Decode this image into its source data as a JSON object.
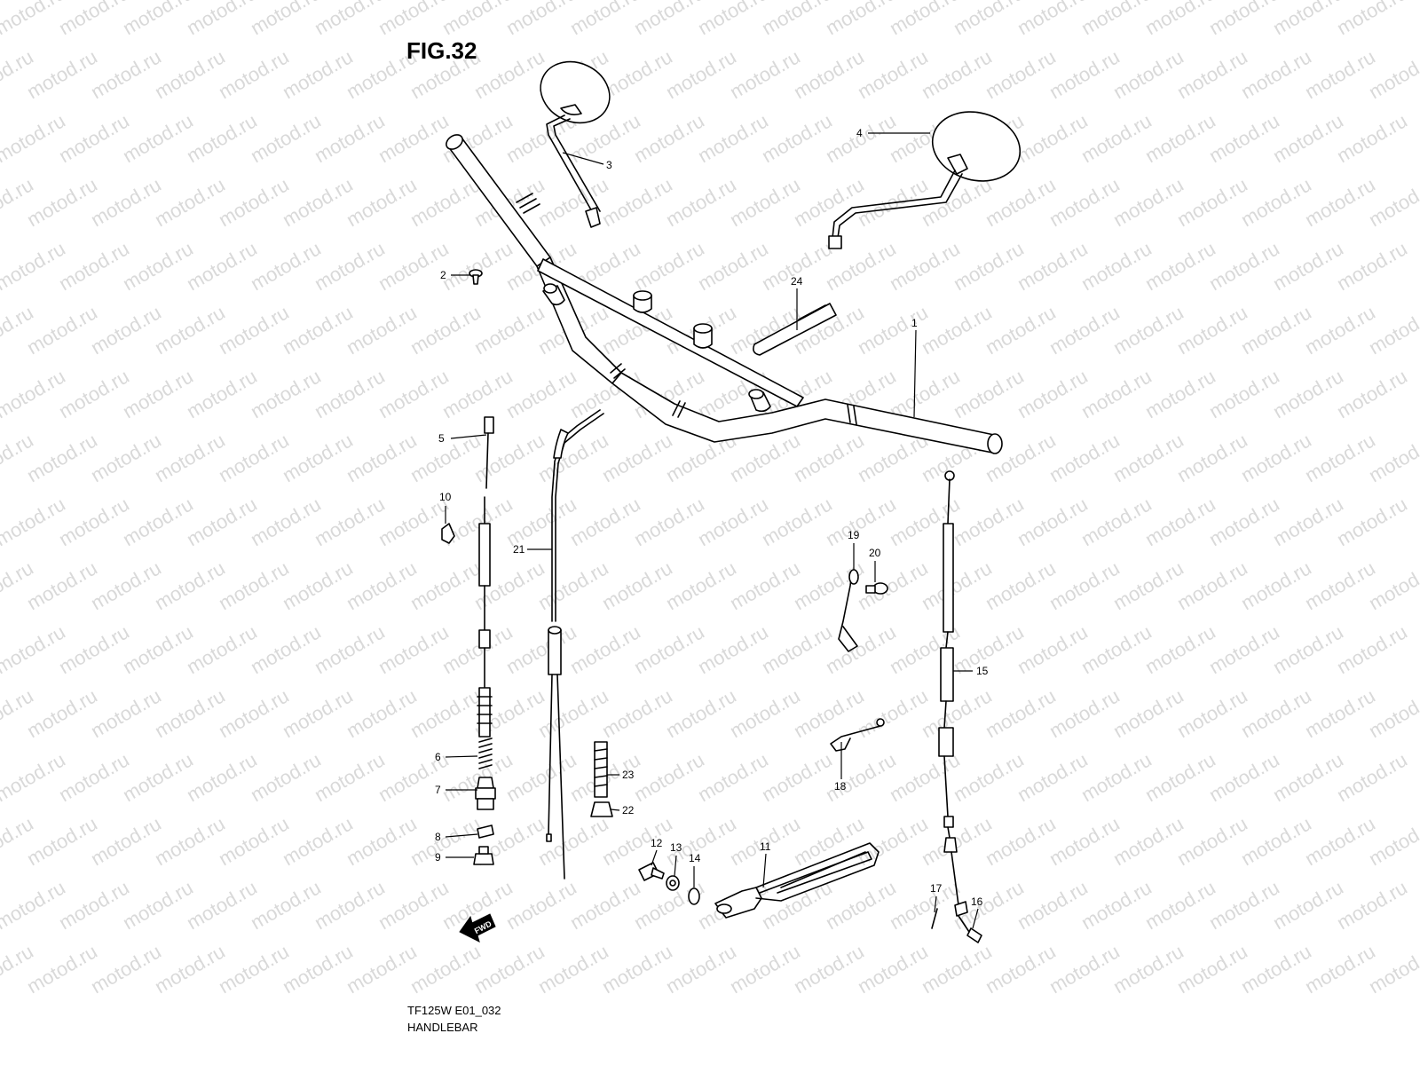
{
  "figure_label": "FIG.32",
  "footer": {
    "model_code": "TF125W E01_032",
    "section_title": "HANDLEBAR"
  },
  "watermark_text": "motod.ru",
  "fwd_label": "FWD",
  "callouts": [
    {
      "id": "1",
      "label": "1"
    },
    {
      "id": "2",
      "label": "2"
    },
    {
      "id": "3",
      "label": "3"
    },
    {
      "id": "4",
      "label": "4"
    },
    {
      "id": "5",
      "label": "5"
    },
    {
      "id": "6",
      "label": "6"
    },
    {
      "id": "7",
      "label": "7"
    },
    {
      "id": "8",
      "label": "8"
    },
    {
      "id": "9",
      "label": "9"
    },
    {
      "id": "10",
      "label": "10"
    },
    {
      "id": "11",
      "label": "11"
    },
    {
      "id": "12",
      "label": "12"
    },
    {
      "id": "13",
      "label": "13"
    },
    {
      "id": "14",
      "label": "14"
    },
    {
      "id": "15",
      "label": "15"
    },
    {
      "id": "16",
      "label": "16"
    },
    {
      "id": "17",
      "label": "17"
    },
    {
      "id": "18",
      "label": "18"
    },
    {
      "id": "19",
      "label": "19"
    },
    {
      "id": "20",
      "label": "20"
    },
    {
      "id": "21",
      "label": "21"
    },
    {
      "id": "22",
      "label": "22"
    },
    {
      "id": "23",
      "label": "23"
    },
    {
      "id": "24",
      "label": "24"
    }
  ]
}
